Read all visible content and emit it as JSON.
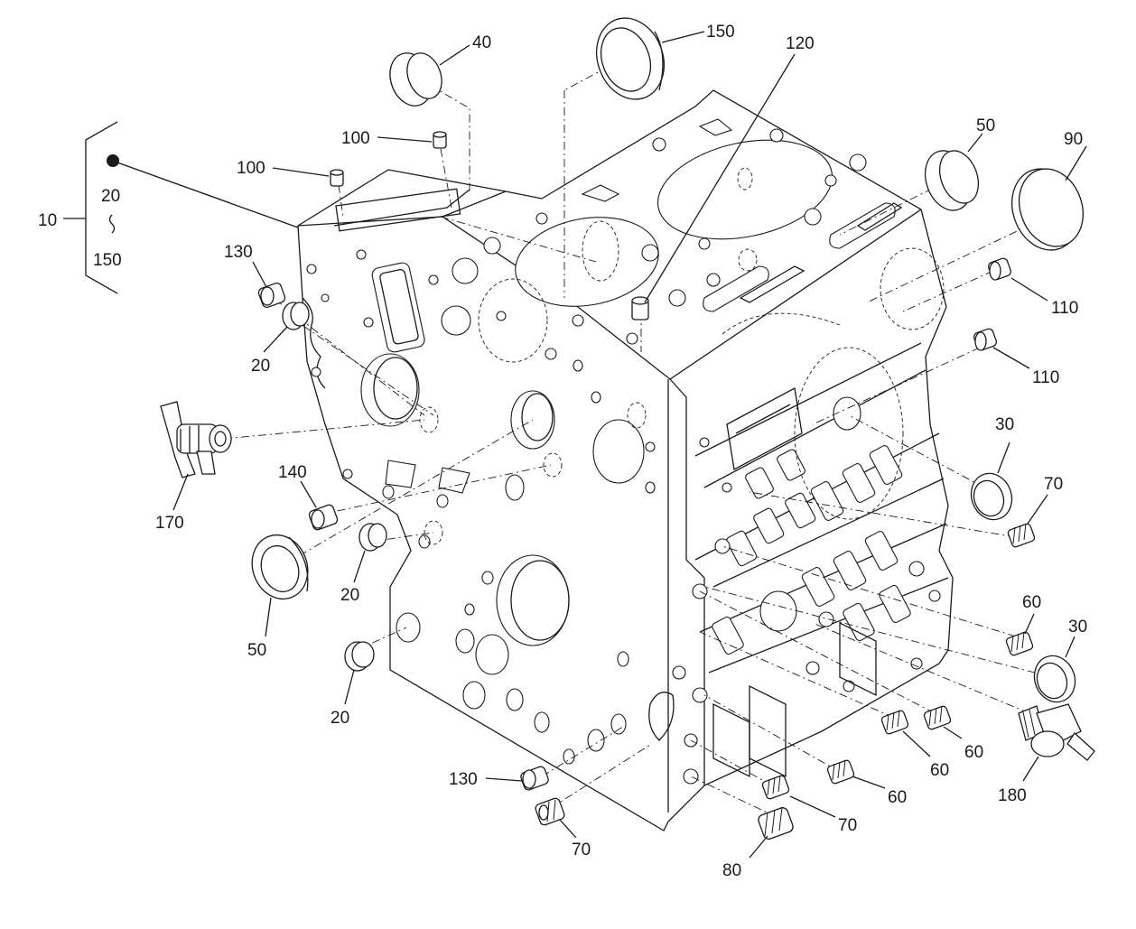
{
  "callouts": {
    "c10": "10",
    "c20_range": "20",
    "c150_range": "150",
    "c40": "40",
    "c150": "150",
    "c120": "120",
    "c100a": "100",
    "c100b": "100",
    "c50a": "50",
    "c90": "90",
    "c110a": "110",
    "c110b": "110",
    "c130a": "130",
    "c20a": "20",
    "c170": "170",
    "c140": "140",
    "c20b": "20",
    "c50b": "50",
    "c20c": "20",
    "c30a": "30",
    "c70a": "70",
    "c60a": "60",
    "c30b": "30",
    "c60b": "60",
    "c60c": "60",
    "c60d": "60",
    "c180": "180",
    "c130b": "130",
    "c70b": "70",
    "c70c": "70",
    "c80": "80"
  }
}
